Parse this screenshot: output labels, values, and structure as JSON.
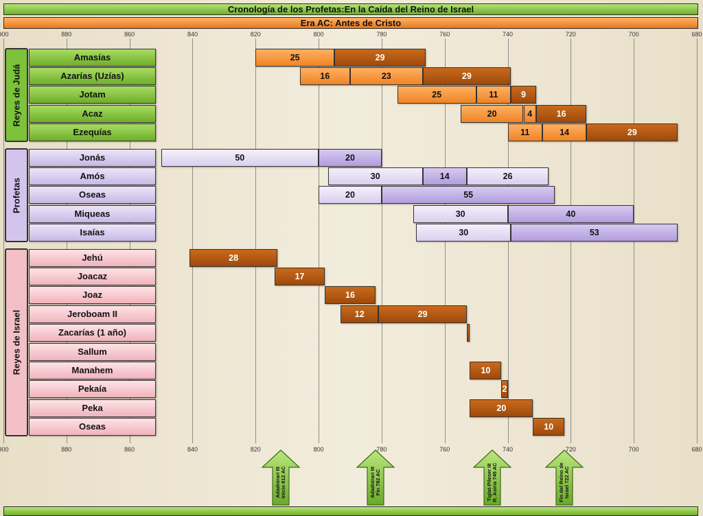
{
  "header": {
    "title": "Cronología de los Profetas:En la Caída del Reino de Israel",
    "subtitle": "Era AC: Antes de Cristo"
  },
  "colors": {
    "judah_label": "#8cc63f",
    "prophet_label": "#d7c9ee",
    "israel_label": "#f7c9cf",
    "bar_orange": "#f59433",
    "bar_brown": "#b55a10",
    "bar_lilac_light": "#e6def6",
    "bar_lilac": "#c2b0e3",
    "title_green": "#8bd142",
    "subtitle_orange": "#f28c28"
  },
  "chart_data": {
    "type": "gantt",
    "x_axis": {
      "range": [
        900,
        680
      ],
      "reversed": true,
      "unit": "AC",
      "ticks": [
        "900",
        "880",
        "860",
        "840",
        "820",
        "800",
        "780",
        "760",
        "740",
        "720",
        "700",
        "680"
      ],
      "grid": true
    },
    "groups": [
      {
        "name": "Reyes de Judá",
        "rows": [
          {
            "label": "Amasías",
            "segments": [
              {
                "start": 820,
                "end": 795,
                "value": "25",
                "color": "orange"
              },
              {
                "start": 795,
                "end": 766,
                "value": "29",
                "color": "brown"
              }
            ]
          },
          {
            "label": "Azarías (Uzías)",
            "segments": [
              {
                "start": 806,
                "end": 790,
                "value": "16",
                "color": "orange"
              },
              {
                "start": 790,
                "end": 767,
                "value": "23",
                "color": "orange"
              },
              {
                "start": 767,
                "end": 739,
                "value": "29",
                "color": "brown"
              }
            ]
          },
          {
            "label": "Jotam",
            "segments": [
              {
                "start": 775,
                "end": 750,
                "value": "25",
                "color": "orange"
              },
              {
                "start": 750,
                "end": 739,
                "value": "11",
                "color": "orange"
              },
              {
                "start": 739,
                "end": 731,
                "value": "9",
                "color": "brown"
              }
            ]
          },
          {
            "label": "Acaz",
            "segments": [
              {
                "start": 755,
                "end": 735,
                "value": "20",
                "color": "orange"
              },
              {
                "start": 735,
                "end": 731,
                "value": "4",
                "color": "orange"
              },
              {
                "start": 731,
                "end": 715,
                "value": "16",
                "color": "brown"
              }
            ]
          },
          {
            "label": "Ezequías",
            "segments": [
              {
                "start": 740,
                "end": 729,
                "value": "11",
                "color": "orange"
              },
              {
                "start": 729,
                "end": 715,
                "value": "14",
                "color": "orange"
              },
              {
                "start": 715,
                "end": 686,
                "value": "29",
                "color": "brown"
              }
            ]
          }
        ]
      },
      {
        "name": "Profetas",
        "rows": [
          {
            "label": "Jonás",
            "segments": [
              {
                "start": 850,
                "end": 800,
                "value": "50",
                "color": "lilac-light"
              },
              {
                "start": 800,
                "end": 780,
                "value": "20",
                "color": "lilac"
              }
            ]
          },
          {
            "label": "Amós",
            "segments": [
              {
                "start": 797,
                "end": 767,
                "value": "30",
                "color": "lilac-light"
              },
              {
                "start": 767,
                "end": 753,
                "value": "14",
                "color": "lilac"
              },
              {
                "start": 753,
                "end": 727,
                "value": "26",
                "color": "lilac-light"
              }
            ]
          },
          {
            "label": "Oseas",
            "segments": [
              {
                "start": 800,
                "end": 780,
                "value": "20",
                "color": "lilac-light"
              },
              {
                "start": 780,
                "end": 725,
                "value": "55",
                "color": "lilac"
              }
            ]
          },
          {
            "label": "Miqueas",
            "segments": [
              {
                "start": 770,
                "end": 740,
                "value": "30",
                "color": "lilac-light"
              },
              {
                "start": 740,
                "end": 700,
                "value": "40",
                "color": "lilac"
              }
            ]
          },
          {
            "label": "Isaías",
            "segments": [
              {
                "start": 769,
                "end": 739,
                "value": "30",
                "color": "lilac-light"
              },
              {
                "start": 739,
                "end": 686,
                "value": "53",
                "color": "lilac"
              }
            ]
          }
        ]
      },
      {
        "name": "Reyes de Israel",
        "rows": [
          {
            "label": "Jehú",
            "segments": [
              {
                "start": 841,
                "end": 813,
                "value": "28",
                "color": "brown"
              }
            ]
          },
          {
            "label": "Joacaz",
            "segments": [
              {
                "start": 814,
                "end": 798,
                "value": "17",
                "color": "brown"
              }
            ]
          },
          {
            "label": "Joaz",
            "segments": [
              {
                "start": 798,
                "end": 782,
                "value": "16",
                "color": "brown"
              }
            ]
          },
          {
            "label": "Jeroboam II",
            "segments": [
              {
                "start": 793,
                "end": 781,
                "value": "12",
                "color": "brown"
              },
              {
                "start": 781,
                "end": 753,
                "value": "29",
                "color": "brown"
              }
            ]
          },
          {
            "label": "Zacarías (1 año)",
            "segments": [
              {
                "start": 753,
                "end": 752,
                "value": "",
                "color": "brown"
              }
            ]
          },
          {
            "label": "Sallum",
            "segments": []
          },
          {
            "label": "Manahem",
            "segments": [
              {
                "start": 752,
                "end": 742,
                "value": "10",
                "color": "brown"
              }
            ]
          },
          {
            "label": "Pekaía",
            "segments": [
              {
                "start": 742,
                "end": 740,
                "value": "2",
                "color": "brown"
              }
            ]
          },
          {
            "label": "Peka",
            "segments": [
              {
                "start": 752,
                "end": 732,
                "value": "20",
                "color": "brown"
              }
            ]
          },
          {
            "label": "Oseas",
            "segments": [
              {
                "start": 732,
                "end": 722,
                "value": "10",
                "color": "brown"
              }
            ]
          }
        ]
      }
    ],
    "markers": [
      {
        "year": 812,
        "text": "Adadnirari III\nInicio 812 AC"
      },
      {
        "year": 782,
        "text": "Adadnirari III\nFin 782 AC"
      },
      {
        "year": 745,
        "text": "Tiglat-Pileser III\nR. Asiria 745 AC"
      },
      {
        "year": 722,
        "text": "Fin del Reino de\nIsrael 722 AC"
      }
    ]
  }
}
